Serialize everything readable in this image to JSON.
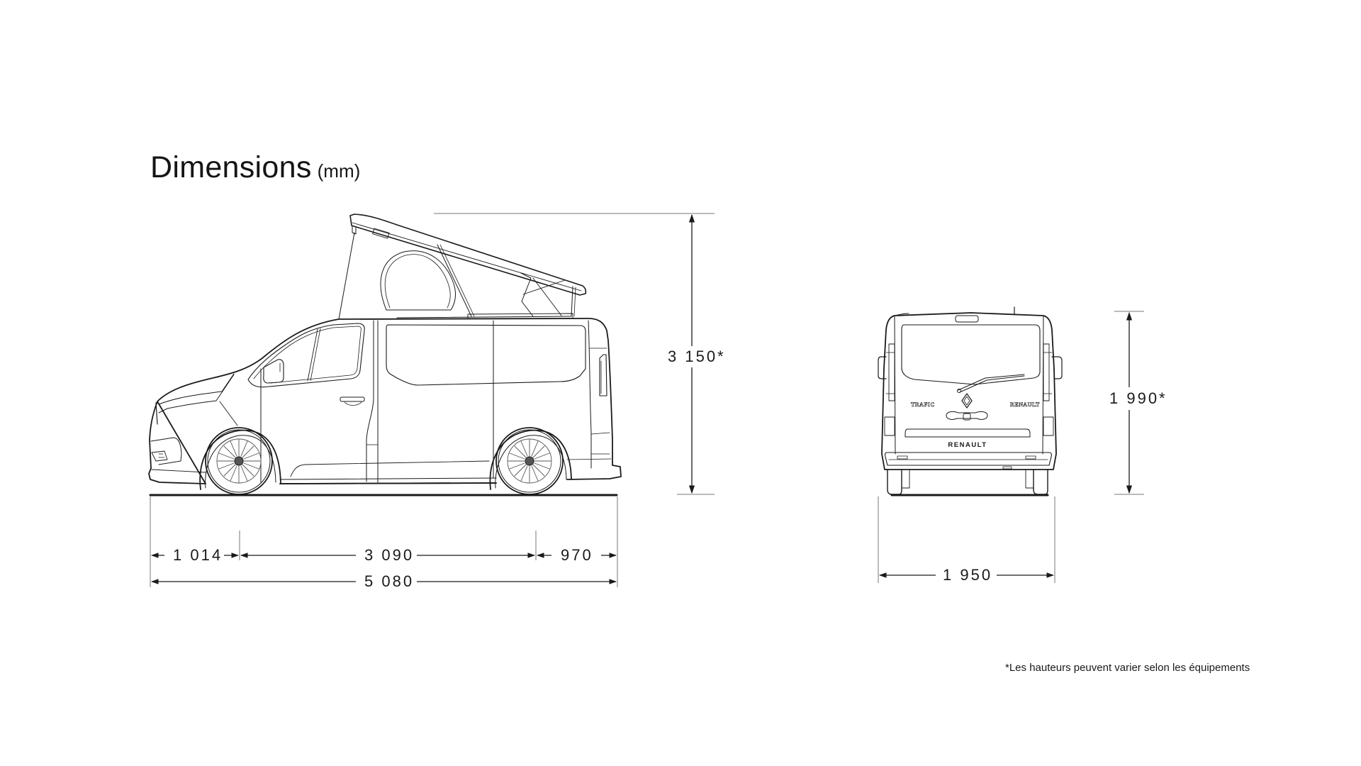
{
  "title": {
    "main": "Dimensions",
    "unit": "(mm)"
  },
  "side_view": {
    "overall_height": "3 150*",
    "front_overhang": "1 014",
    "wheelbase": "3 090",
    "rear_overhang": "970",
    "overall_length": "5 080"
  },
  "rear_view": {
    "overall_height": "1 990*",
    "overall_width": "1 950",
    "badge_left": "TRAFIC",
    "badge_right": "RENAULT",
    "bumper_text": "RENAULT"
  },
  "footnote": "*Les hauteurs peuvent varier selon les équipements",
  "colors": {
    "line": "#1a1a1a",
    "guide": "#7a7a7a",
    "background": "#ffffff"
  }
}
